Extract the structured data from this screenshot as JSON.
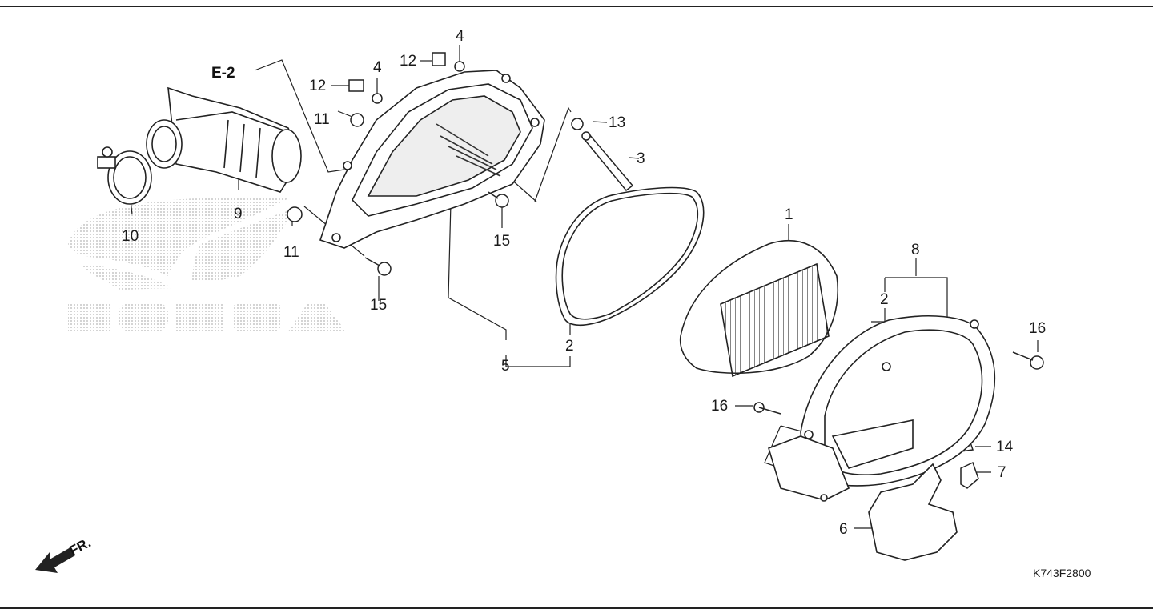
{
  "diagram": {
    "reference_label": "E-2",
    "direction_label": "FR.",
    "watermark_text": "HONDA",
    "diagram_code": "K743F2800",
    "callouts": {
      "c1": "1",
      "c2a": "2",
      "c2b": "2",
      "c3": "3",
      "c4a": "4",
      "c4b": "4",
      "c5": "5",
      "c6": "6",
      "c7": "7",
      "c8": "8",
      "c9": "9",
      "c10": "10",
      "c11a": "11",
      "c11b": "11",
      "c12a": "12",
      "c12b": "12",
      "c13": "13",
      "c14": "14",
      "c15a": "15",
      "c15b": "15",
      "c16a": "16",
      "c16b": "16"
    }
  }
}
